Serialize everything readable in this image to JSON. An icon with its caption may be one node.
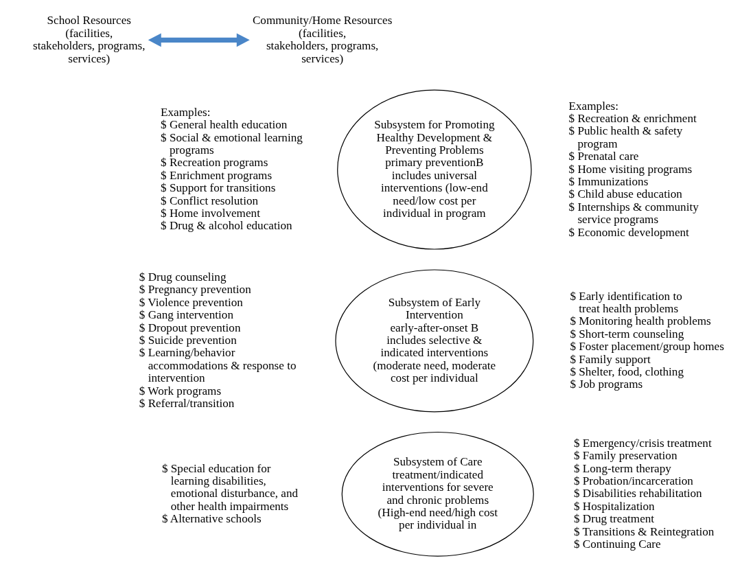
{
  "diagram": {
    "nodes": [
      {
        "text": [
          "School Resources",
          "(facilities, stakeholders, programs, services)"
        ]
      },
      {
        "text": [
          "Community/Home Resources",
          "(facilities, stakeholders, programs, services)"
        ]
      },
      {
        "text": [
          "Subsystem for Promoting Healthy Development & Preventing Problems",
          "primary preventionB includes universal interventions (low-end need/low cost per individual in program"
        ]
      },
      {
        "text": [
          "Subsystem of Early Intervention",
          "early-after-onset B includes selective & indicated interventions (moderate need, moderate cost per individual"
        ]
      },
      {
        "text": [
          "Subsystem of Care",
          "treatment/indicated interventions for severe and chronic problems (High-end need/high cost per individual in"
        ]
      }
    ],
    "edges": [
      {
        "from": 0,
        "to": 1,
        "arrow": "both",
        "color": "#4a86c8"
      }
    ],
    "labels": [
      "Examples:",
      "Examples:",
      "$ General health education",
      "$ Social & emotional learning programs",
      "$ Recreation programs",
      "$ Enrichment programs",
      "$ Support for transitions",
      "$ Conflict resolution",
      "$ Home involvement",
      "$ Drug & alcohol education",
      "$ Recreation & enrichment",
      "$ Public health & safety program",
      "$ Prenatal care",
      "$ Home visiting programs",
      "$ Immunizations",
      "$ Child abuse education",
      "$ Internships & community service programs",
      "$ Economic development",
      "$ Drug counseling",
      "$ Pregnancy prevention",
      "$ Violence prevention",
      "$ Gang intervention",
      "$ Dropout prevention",
      "$ Suicide prevention",
      "$ Learning/behavior accommodations & response to intervention",
      "$ Work programs",
      "$ Referral/transition",
      "$ Early identification to treat health problems",
      "$ Monitoring health problems",
      "$ Short-term counseling",
      "$ Foster placement/group homes",
      "$ Family support",
      "$ Shelter, food, clothing",
      "$ Job programs",
      "$ Special education for learning disabilities, emotional disturbance, and other health impairments",
      "$ Alternative schools",
      "$ Emergency/crisis treatment",
      "$ Family preservation",
      "$ Long-term therapy",
      "$ Probation/incarceration",
      "$ Disabilities rehabilitation",
      "$ Hospitalization",
      "$ Drug treatment",
      "$ Transitions & Reintegration",
      "$ Continuing Care"
    ]
  }
}
